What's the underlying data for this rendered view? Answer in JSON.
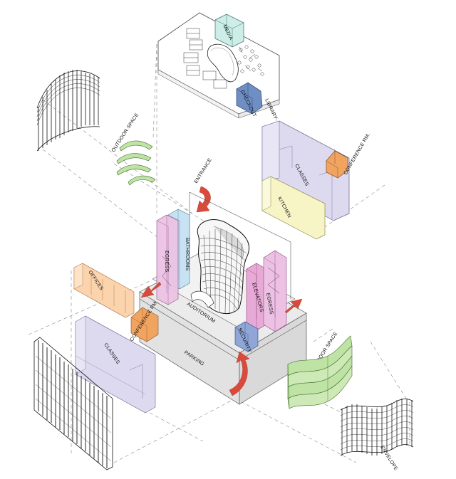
{
  "labels": {
    "media": "MEDIA",
    "checkout": "CHECKOUT",
    "library": "LIBRARY",
    "outdoor_space_top": "OUTDOOR SPACE",
    "entrance": "ENTRANCE",
    "classes_top": "CLASSES",
    "conference_rm_top": "CONFERENCE RM.",
    "kitchen": "KITCHEN",
    "egress_left": "EGRESS",
    "bathrooms": "BATHROOMS",
    "auditorium": "AUDITORIUM",
    "elevators": "ELEVATORS",
    "egress_right": "EGRESS",
    "offices": "OFFICES",
    "conference_rm_bottom": "CONFERENCE RM.",
    "classes_bottom": "CLASSES",
    "parking": "PARKING",
    "security": "SECURITY",
    "outdoor_space_bottom": "OUTDOOR SPACE",
    "envelope": "ENVELOPE"
  },
  "colors": {
    "media": "#cdeee8",
    "checkout": "#6f8fc4",
    "classes": "#ddd9ef",
    "conference": "#f0a460",
    "kitchen": "#f7f5c6",
    "egress": "#ecc1e3",
    "bathrooms": "#c7e2f2",
    "elevators": "#e7a9d6",
    "offices": "#fbd3ad",
    "security": "#8fa6d6",
    "outdoor": "#bfe3a5",
    "parking": "#e6e6e6",
    "arrow": "#d94a3c"
  },
  "icons": {
    "entrance_arrow": "curved-arrow-icon",
    "egress_arrow": "straight-arrow-icon"
  }
}
